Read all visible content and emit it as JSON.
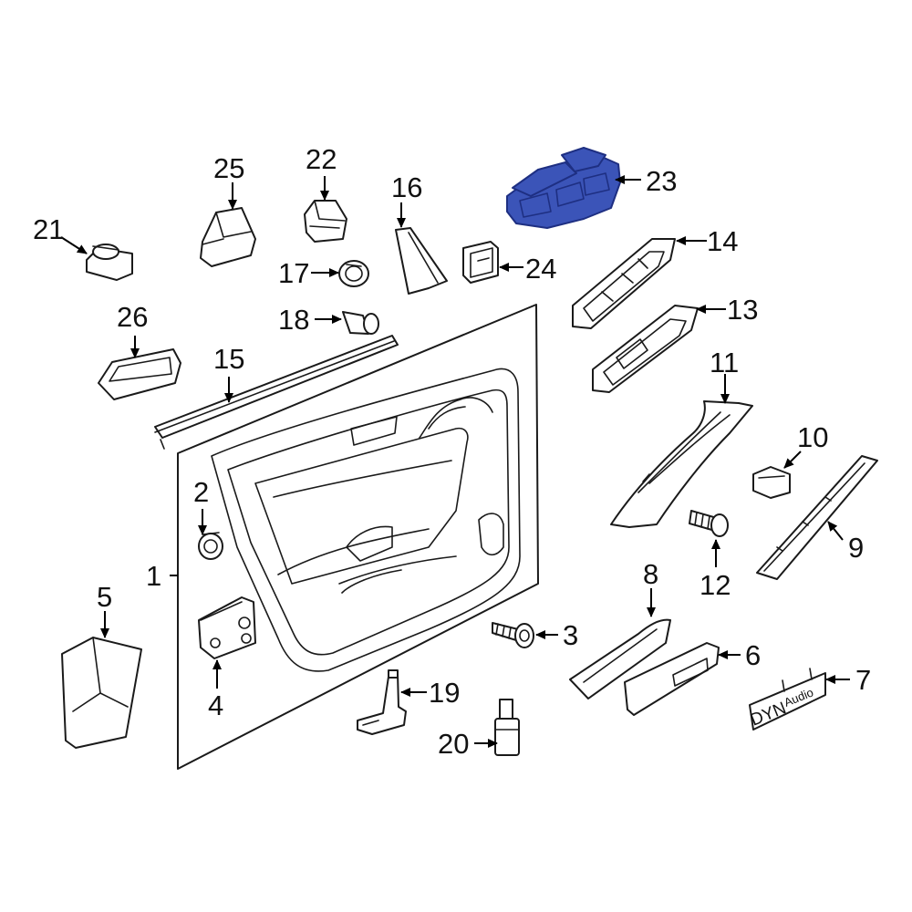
{
  "diagram": {
    "highlight_color": "#3b54b8",
    "highlight_stroke": "#1e2f82",
    "line_color": "#1a1a1a",
    "callouts": [
      "1",
      "2",
      "3",
      "4",
      "5",
      "6",
      "7",
      "8",
      "9",
      "10",
      "11",
      "12",
      "13",
      "14",
      "15",
      "16",
      "17",
      "18",
      "19",
      "20",
      "21",
      "22",
      "23",
      "24",
      "25",
      "26"
    ],
    "badge": {
      "text_a": "DYN",
      "text_b": "Audio"
    }
  }
}
